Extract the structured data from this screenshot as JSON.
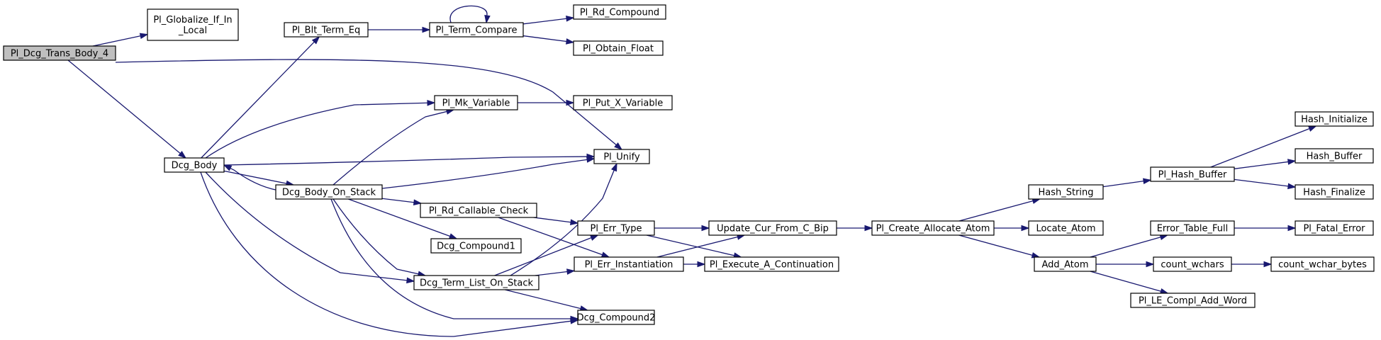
{
  "graph": {
    "title": "",
    "edge_color": "#191970",
    "root_fill": "#bfbfbf",
    "nodes": [
      {
        "id": "trans4",
        "lines": [
          "Pl_Dcg_Trans_Body_4"
        ],
        "root": true
      },
      {
        "id": "glob",
        "lines": [
          "Pl_Globalize_If_In",
          "_Local"
        ]
      },
      {
        "id": "dcgbody",
        "lines": [
          "Dcg_Body"
        ]
      },
      {
        "id": "blt",
        "lines": [
          "Pl_Blt_Term_Eq"
        ]
      },
      {
        "id": "tcomp",
        "lines": [
          "Pl_Term_Compare"
        ]
      },
      {
        "id": "rdcomp",
        "lines": [
          "Pl_Rd_Compound"
        ]
      },
      {
        "id": "obtain",
        "lines": [
          "Pl_Obtain_Float"
        ]
      },
      {
        "id": "mkvar",
        "lines": [
          "Pl_Mk_Variable"
        ]
      },
      {
        "id": "putx",
        "lines": [
          "Pl_Put_X_Variable"
        ]
      },
      {
        "id": "unify",
        "lines": [
          "Pl_Unify"
        ]
      },
      {
        "id": "bodystack",
        "lines": [
          "Dcg_Body_On_Stack"
        ]
      },
      {
        "id": "rdcall",
        "lines": [
          "Pl_Rd_Callable_Check"
        ]
      },
      {
        "id": "comp1",
        "lines": [
          "Dcg_Compound1"
        ]
      },
      {
        "id": "termlist",
        "lines": [
          "Dcg_Term_List_On_Stack"
        ]
      },
      {
        "id": "comp2",
        "lines": [
          "Dcg_Compound2"
        ]
      },
      {
        "id": "errtype",
        "lines": [
          "Pl_Err_Type"
        ]
      },
      {
        "id": "errinst",
        "lines": [
          "Pl_Err_Instantiation"
        ]
      },
      {
        "id": "update",
        "lines": [
          "Update_Cur_From_C_Bip"
        ]
      },
      {
        "id": "execcont",
        "lines": [
          "Pl_Execute_A_Continuation"
        ]
      },
      {
        "id": "createatom",
        "lines": [
          "Pl_Create_Allocate_Atom"
        ]
      },
      {
        "id": "hashstr",
        "lines": [
          "Hash_String"
        ]
      },
      {
        "id": "locate",
        "lines": [
          "Locate_Atom"
        ]
      },
      {
        "id": "addatom",
        "lines": [
          "Add_Atom"
        ]
      },
      {
        "id": "hashbuf",
        "lines": [
          "Pl_Hash_Buffer"
        ]
      },
      {
        "id": "hinit",
        "lines": [
          "Hash_Initialize"
        ]
      },
      {
        "id": "hbuf",
        "lines": [
          "Hash_Buffer"
        ]
      },
      {
        "id": "hfin",
        "lines": [
          "Hash_Finalize"
        ]
      },
      {
        "id": "errtab",
        "lines": [
          "Error_Table_Full"
        ]
      },
      {
        "id": "fatal",
        "lines": [
          "Pl_Fatal_Error"
        ]
      },
      {
        "id": "cwchars",
        "lines": [
          "count_wchars"
        ]
      },
      {
        "id": "cwbytes",
        "lines": [
          "count_wchar_bytes"
        ]
      },
      {
        "id": "leword",
        "lines": [
          "Pl_LE_Compl_Add_Word"
        ]
      }
    ],
    "edges": [
      {
        "from": "trans4",
        "to": "glob"
      },
      {
        "from": "trans4",
        "to": "unify"
      },
      {
        "from": "trans4",
        "to": "dcgbody"
      },
      {
        "from": "dcgbody",
        "to": "blt"
      },
      {
        "from": "dcgbody",
        "to": "mkvar"
      },
      {
        "from": "dcgbody",
        "to": "unify"
      },
      {
        "from": "dcgbody",
        "to": "bodystack"
      },
      {
        "from": "dcgbody",
        "to": "termlist"
      },
      {
        "from": "dcgbody",
        "to": "comp2"
      },
      {
        "from": "blt",
        "to": "tcomp"
      },
      {
        "from": "tcomp",
        "to": "tcomp"
      },
      {
        "from": "tcomp",
        "to": "rdcomp"
      },
      {
        "from": "tcomp",
        "to": "obtain"
      },
      {
        "from": "mkvar",
        "to": "putx"
      },
      {
        "from": "bodystack",
        "to": "dcgbody"
      },
      {
        "from": "bodystack",
        "to": "mkvar"
      },
      {
        "from": "bodystack",
        "to": "unify"
      },
      {
        "from": "bodystack",
        "to": "rdcall"
      },
      {
        "from": "bodystack",
        "to": "comp1"
      },
      {
        "from": "bodystack",
        "to": "termlist"
      },
      {
        "from": "bodystack",
        "to": "comp2"
      },
      {
        "from": "rdcall",
        "to": "errtype"
      },
      {
        "from": "rdcall",
        "to": "errinst"
      },
      {
        "from": "termlist",
        "to": "unify"
      },
      {
        "from": "termlist",
        "to": "errtype"
      },
      {
        "from": "termlist",
        "to": "errinst"
      },
      {
        "from": "termlist",
        "to": "comp2"
      },
      {
        "from": "errtype",
        "to": "update"
      },
      {
        "from": "errtype",
        "to": "execcont"
      },
      {
        "from": "errinst",
        "to": "update"
      },
      {
        "from": "errinst",
        "to": "execcont"
      },
      {
        "from": "update",
        "to": "createatom"
      },
      {
        "from": "createatom",
        "to": "hashstr"
      },
      {
        "from": "createatom",
        "to": "locate"
      },
      {
        "from": "createatom",
        "to": "addatom"
      },
      {
        "from": "hashstr",
        "to": "hashbuf"
      },
      {
        "from": "hashbuf",
        "to": "hinit"
      },
      {
        "from": "hashbuf",
        "to": "hbuf"
      },
      {
        "from": "hashbuf",
        "to": "hfin"
      },
      {
        "from": "addatom",
        "to": "errtab"
      },
      {
        "from": "addatom",
        "to": "cwchars"
      },
      {
        "from": "addatom",
        "to": "leword"
      },
      {
        "from": "errtab",
        "to": "fatal"
      },
      {
        "from": "cwchars",
        "to": "cwbytes"
      }
    ]
  }
}
